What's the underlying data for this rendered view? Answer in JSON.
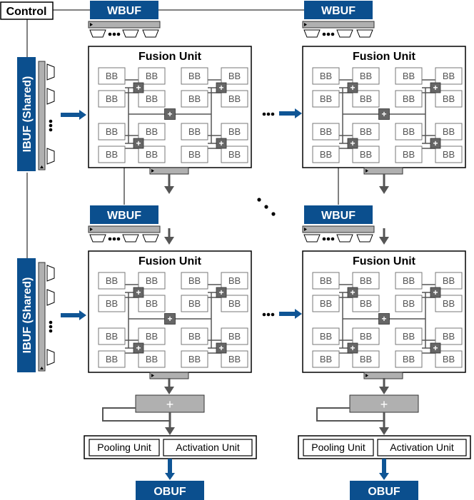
{
  "labels": {
    "control": "Control",
    "wbuf": "WBUF",
    "ibuf": "IBUF (Shared)",
    "fusion_unit": "Fusion Unit",
    "bb": "BB",
    "plus": "+",
    "pooling_unit": "Pooling Unit",
    "activation_unit": "Activation Unit",
    "obuf": "OBUF",
    "ellipsis": "•••"
  },
  "colors": {
    "buffer_blue": "#0b4f8e",
    "arrow_blue": "#0f5595",
    "gray_bar": "#b0b0b0",
    "dark_gray": "#555555",
    "adder_gray": "#666666"
  }
}
